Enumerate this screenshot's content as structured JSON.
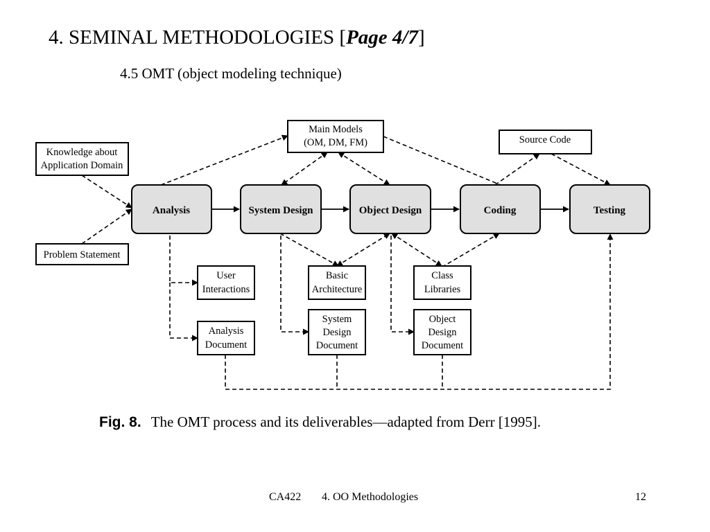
{
  "slide": {
    "title_prefix": "4. SEMINAL METHODOLOGIES [",
    "title_page": "Page 4/7",
    "title_suffix": "]",
    "subtitle": "4.5 OMT (object modeling technique)"
  },
  "diagram": {
    "inputs": {
      "knowledge": [
        "Knowledge about",
        "Application Domain"
      ],
      "problem": [
        "Problem Statement"
      ]
    },
    "top": {
      "main_models": [
        "Main Models",
        "(OM, DM, FM)"
      ],
      "source_code": [
        "Source Code"
      ]
    },
    "phases": {
      "analysis": "Analysis",
      "system_design": "System Design",
      "object_design": "Object Design",
      "coding": "Coding",
      "testing": "Testing"
    },
    "deliverables": {
      "user_interactions": [
        "User",
        "Interactions"
      ],
      "analysis_document": [
        "Analysis",
        "Document"
      ],
      "basic_architecture": [
        "Basic",
        "Architecture"
      ],
      "system_design_document": [
        "System",
        "Design",
        "Document"
      ],
      "class_libraries": [
        "Class",
        "Libraries"
      ],
      "object_design_document": [
        "Object",
        "Design",
        "Document"
      ]
    },
    "caption": {
      "label": "Fig. 8.",
      "text": "The OMT process and its deliverables—adapted from Derr [1995]."
    }
  },
  "footer": {
    "course": "CA422",
    "topic": "4. OO Methodologies",
    "page_number": "12"
  }
}
